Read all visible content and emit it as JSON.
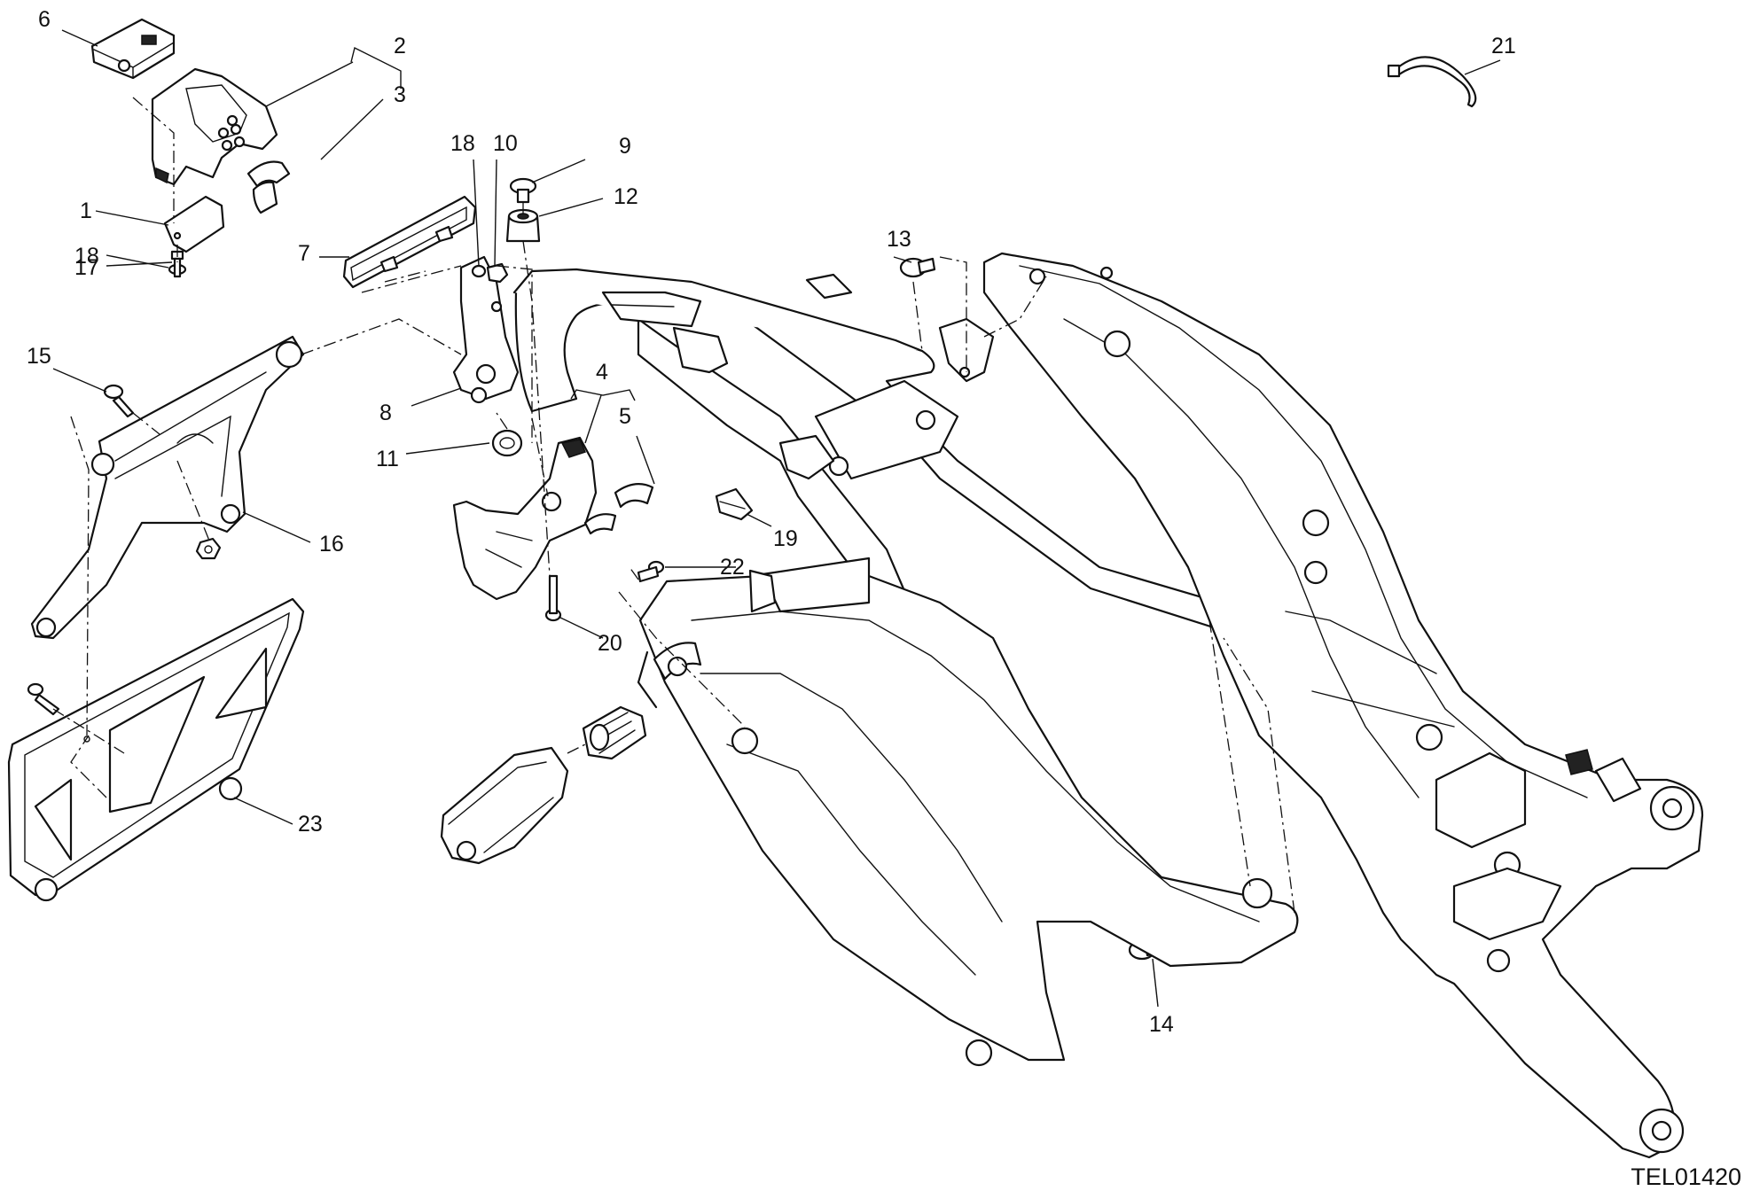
{
  "drawing_code": "TEL01420",
  "callouts": [
    {
      "id": "c1",
      "text": "1"
    },
    {
      "id": "c2",
      "text": "2"
    },
    {
      "id": "c3",
      "text": "3"
    },
    {
      "id": "c4",
      "text": "4"
    },
    {
      "id": "c5",
      "text": "5"
    },
    {
      "id": "c6",
      "text": "6"
    },
    {
      "id": "c7",
      "text": "7"
    },
    {
      "id": "c8",
      "text": "8"
    },
    {
      "id": "c9",
      "text": "9"
    },
    {
      "id": "c10",
      "text": "10"
    },
    {
      "id": "c11",
      "text": "11"
    },
    {
      "id": "c12",
      "text": "12"
    },
    {
      "id": "c13",
      "text": "13"
    },
    {
      "id": "c14",
      "text": "14"
    },
    {
      "id": "c15",
      "text": "15"
    },
    {
      "id": "c16",
      "text": "16"
    },
    {
      "id": "c17",
      "text": "17"
    },
    {
      "id": "c18a",
      "text": "18"
    },
    {
      "id": "c18b",
      "text": "18"
    },
    {
      "id": "c19",
      "text": "19"
    },
    {
      "id": "c20",
      "text": "20"
    },
    {
      "id": "c21",
      "text": "21"
    },
    {
      "id": "c22",
      "text": "22"
    },
    {
      "id": "c23",
      "text": "23"
    }
  ]
}
